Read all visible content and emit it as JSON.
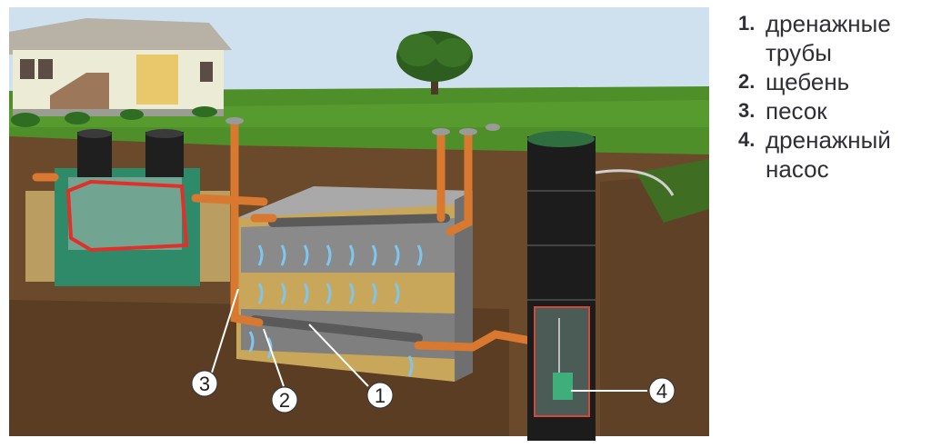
{
  "legend": {
    "items": [
      {
        "num": "1.",
        "text": "дренажные трубы"
      },
      {
        "num": "2.",
        "text": "щебень"
      },
      {
        "num": "3.",
        "text": "песок"
      },
      {
        "num": "4.",
        "text": "дренажный насос"
      }
    ]
  },
  "callouts": {
    "c1": "1",
    "c2": "2",
    "c3": "3",
    "c4": "4"
  },
  "colors": {
    "sky": "#cfe0ee",
    "grass": "#4f8f2a",
    "soil": "#6b4a2b",
    "pipe": "#d9782f",
    "gravel": "#8a8a8a",
    "sand": "#c8a65a",
    "tank": "#2f8a6a",
    "well": "#1c1c1c"
  }
}
